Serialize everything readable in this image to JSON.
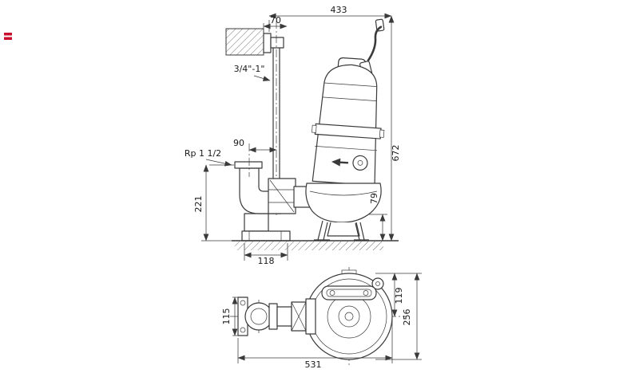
{
  "page": {
    "background": "#ffffff"
  },
  "colors": {
    "line": "#3a3a3a",
    "text": "#1a1a1a",
    "accent_red": "#c8102e"
  },
  "drawing": {
    "type": "pump-dimensional-drawing",
    "side_view": {
      "dims": {
        "width_top": "433",
        "wall_to_rail": "70",
        "guide_rail_thread": "3/4\"-1\"",
        "flange_to_rail": "90",
        "discharge_thread": "Rp 1 1/2",
        "discharge_height": "221",
        "total_height": "672",
        "inlet_height": "79",
        "base_width": "118"
      }
    },
    "top_view": {
      "dims": {
        "center_to_edge": "119",
        "total_depth": "256",
        "flange_height": "115",
        "total_length": "531"
      }
    }
  }
}
